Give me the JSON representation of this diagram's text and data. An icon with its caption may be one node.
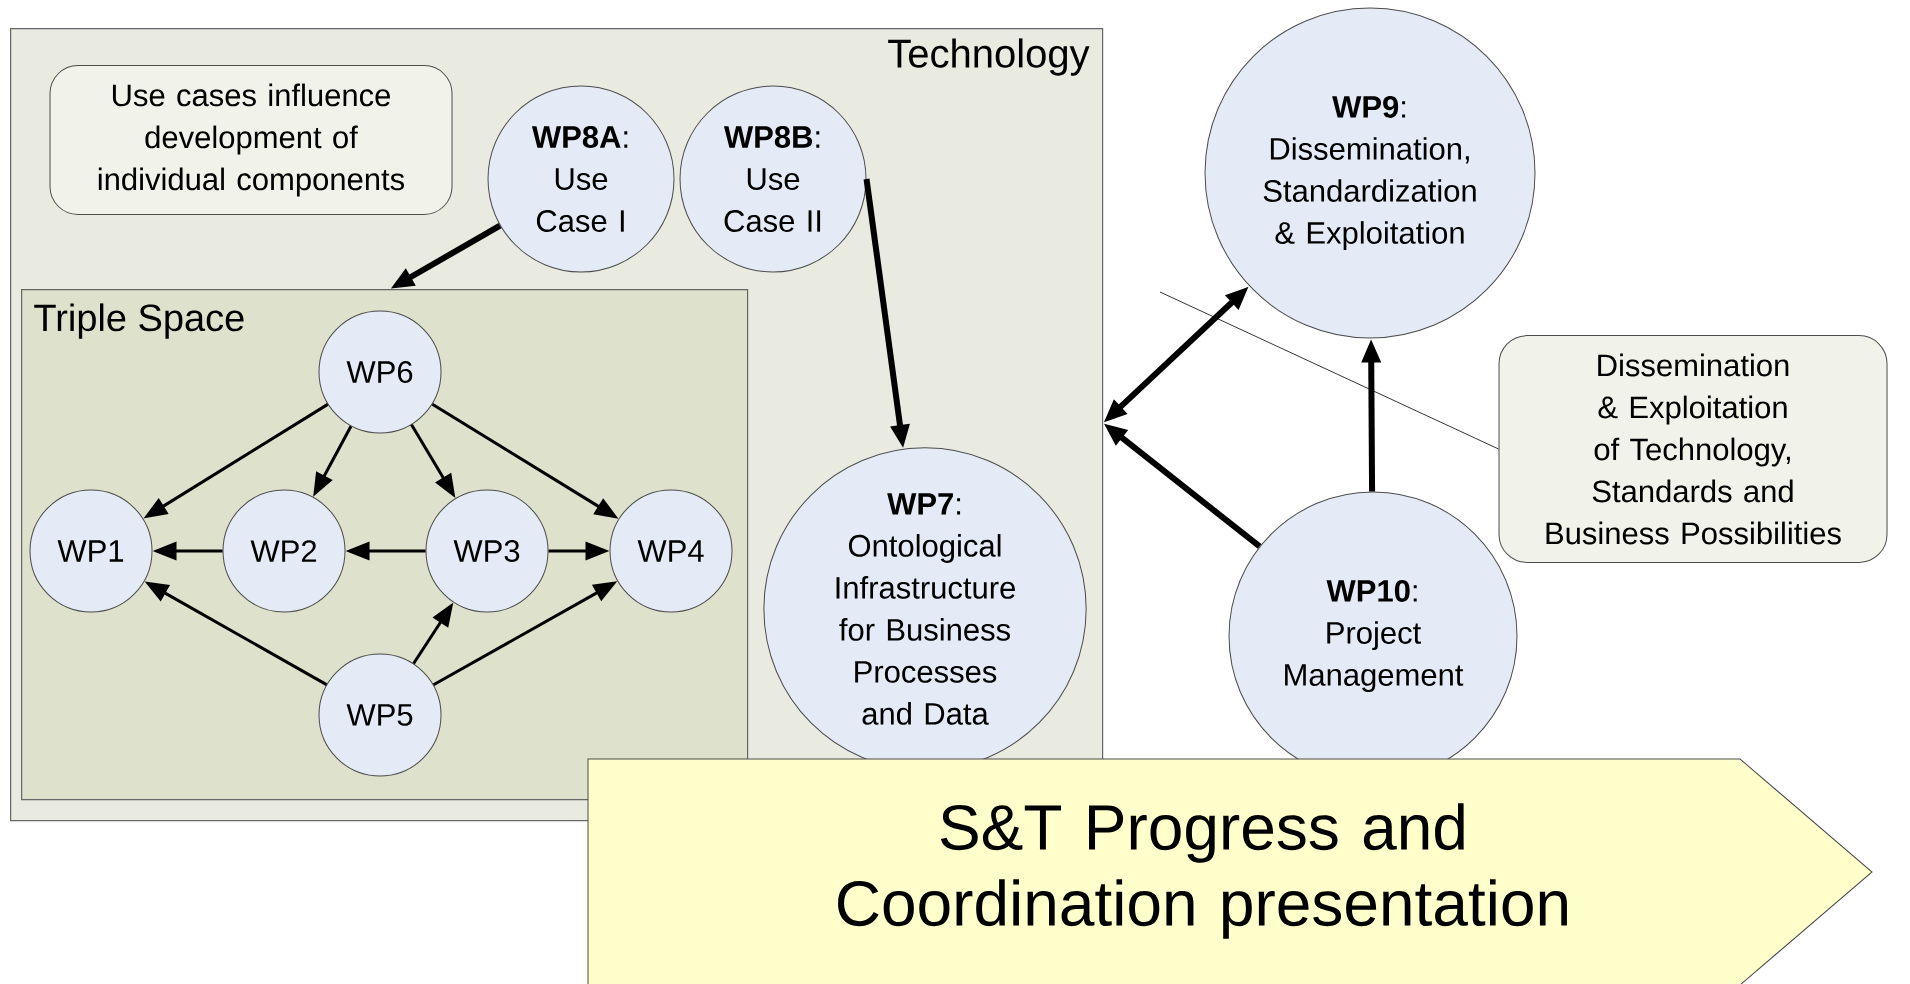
{
  "diagram": {
    "nodes": [
      {
        "text": [
          "Technology"
        ]
      },
      {
        "text": [
          "Use cases influence development of individual components"
        ],
        "in": 0
      },
      {
        "text": [
          "**WP8A**: Use Case I"
        ],
        "in": 0
      },
      {
        "text": [
          "**WP8B**: Use Case II"
        ],
        "in": 0
      },
      {
        "text": [
          "Triple Space"
        ],
        "in": 0
      },
      {
        "text": [
          "WP6"
        ],
        "in": 4
      },
      {
        "text": [
          "WP1"
        ],
        "in": 4
      },
      {
        "text": [
          "WP2"
        ],
        "in": 4
      },
      {
        "text": [
          "WP3"
        ],
        "in": 4
      },
      {
        "text": [
          "WP4"
        ],
        "in": 4
      },
      {
        "text": [
          "WP5"
        ],
        "in": 4
      },
      {
        "text": [
          "**WP7**: Ontological Infrastructure for Business Processes and Data"
        ],
        "in": 0
      },
      {
        "text": [
          "**WP9**: Dissemination, Standardization & Exploitation"
        ]
      },
      {
        "text": [
          "Dissemination & Exploitation of Technology, Standards and Business Possibilities"
        ]
      },
      {
        "text": [
          "**WP10**: Project Management"
        ]
      },
      {
        "text": [
          "S&T Progress and Coordination presentation"
        ]
      }
    ],
    "edges": [
      {
        "from": 2,
        "to": 4,
        "arrow": "to",
        "style": "thick"
      },
      {
        "from": 3,
        "to": 11,
        "arrow": "to",
        "style": "thick"
      },
      {
        "from": 5,
        "to": 6,
        "arrow": "to"
      },
      {
        "from": 5,
        "to": 7,
        "arrow": "to"
      },
      {
        "from": 5,
        "to": 8,
        "arrow": "to"
      },
      {
        "from": 5,
        "to": 9,
        "arrow": "to"
      },
      {
        "from": 7,
        "to": 6,
        "arrow": "to"
      },
      {
        "from": 8,
        "to": 7,
        "arrow": "to"
      },
      {
        "from": 8,
        "to": 9,
        "arrow": "to"
      },
      {
        "from": 10,
        "to": 6,
        "arrow": "to"
      },
      {
        "from": 10,
        "to": 8,
        "arrow": "to"
      },
      {
        "from": 10,
        "to": 9,
        "arrow": "to"
      },
      {
        "from": 14,
        "to": 12,
        "arrow": "to",
        "style": "thick"
      },
      {
        "from": 14,
        "to": 0,
        "arrow": "to",
        "style": "thick"
      },
      {
        "from": 12,
        "to": 0,
        "arrow": "both",
        "style": "thick"
      },
      {
        "from": 13,
        "to": null,
        "arrow": "none"
      }
    ]
  }
}
